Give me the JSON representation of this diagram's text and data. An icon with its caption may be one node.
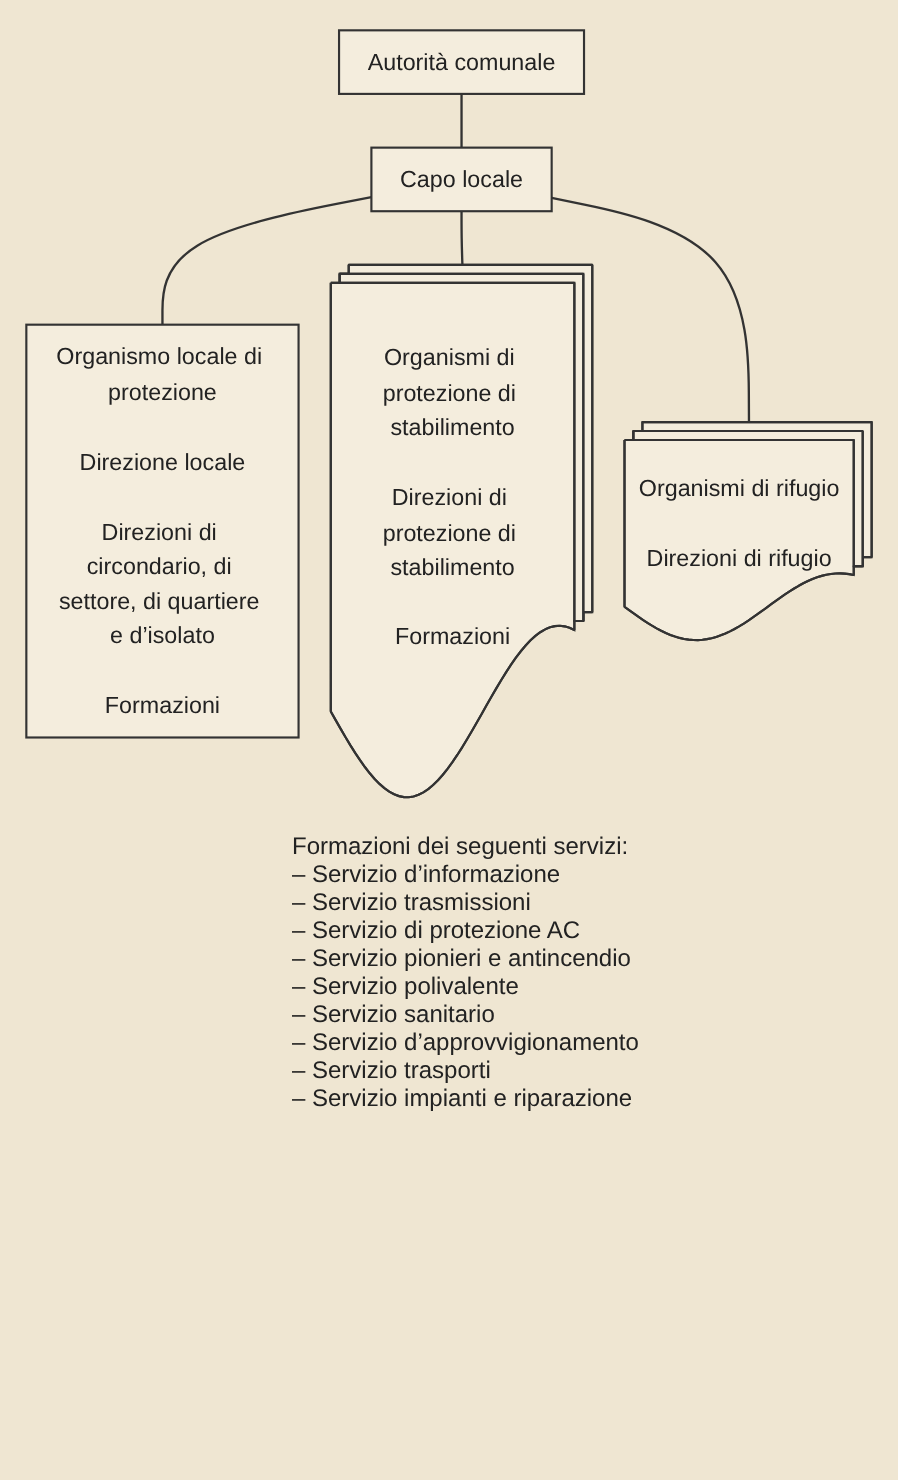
{
  "diagram": {
    "nodes": [
      {
        "text": [
          "Autorità comunale"
        ]
      },
      {
        "text": [
          "Capo locale"
        ]
      },
      {
        "text": [
          "Organismo locale di protezione",
          "Direzione locale",
          "Direzioni di circondario, di settore, di quartiere e d’isolato",
          "Formazioni"
        ]
      },
      {
        "text": [
          "Organismi di protezione di stabilimento",
          "Direzioni di protezione di stabilimento",
          "Formazioni"
        ]
      },
      {
        "text": [
          "Organismi di rifugio",
          "Direzioni di rifugio"
        ]
      }
    ],
    "edges": [
      {
        "from": 0,
        "to": 1,
        "arrow": "none"
      },
      {
        "from": 1,
        "to": 2,
        "arrow": "none"
      },
      {
        "from": 1,
        "to": 3,
        "arrow": "none"
      },
      {
        "from": 1,
        "to": 4,
        "arrow": "none"
      }
    ],
    "labels": [
      "Formazioni dei seguenti servizi:",
      "– Servizio d’informazione",
      "– Servizio trasmissioni",
      "– Servizio di protezione AC",
      "– Servizio pionieri e antincendio",
      "– Servizio polivalente",
      "– Servizio sanitario",
      "– Servizio d’approvvigionamento",
      "– Servizio trasporti",
      "– Servizio impianti e riparazione"
    ]
  }
}
